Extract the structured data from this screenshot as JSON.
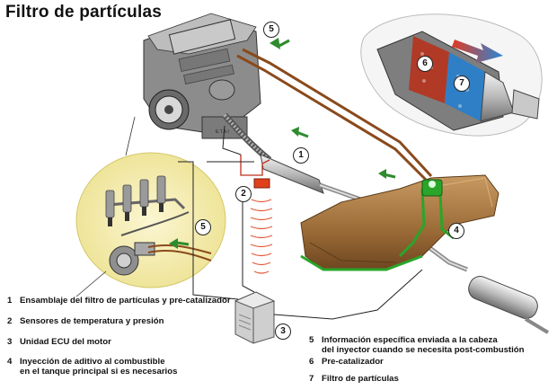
{
  "title": "Filtro de partículas",
  "callouts": [
    "1",
    "2",
    "3",
    "4",
    "5",
    "5",
    "6",
    "7"
  ],
  "legend": [
    {
      "num": "1",
      "text": "Ensamblaje del filtro de partículas y pre-catalizador"
    },
    {
      "num": "2",
      "text": "Sensores de temperatura y presión"
    },
    {
      "num": "3",
      "text": "Unidad ECU del motor"
    },
    {
      "num": "4",
      "text": "Inyección de aditivo al combustible\nen el tanque principal si es necesarios"
    },
    {
      "num": "5",
      "text": "Información específica enviada a la cabeza\ndel inyector cuando se necesita post-combustión"
    },
    {
      "num": "6",
      "text": "Pre-catalizador"
    },
    {
      "num": "7",
      "text": "Filtro de partículas"
    }
  ],
  "engine_mark": "E.T.A.I",
  "colors": {
    "fuel_pipe": "#8a4a1c",
    "green_arrow": "#2e8b2e",
    "tank": "#a0703c",
    "sensor": "#e0401c",
    "inset_bg": "#f6efb8"
  }
}
